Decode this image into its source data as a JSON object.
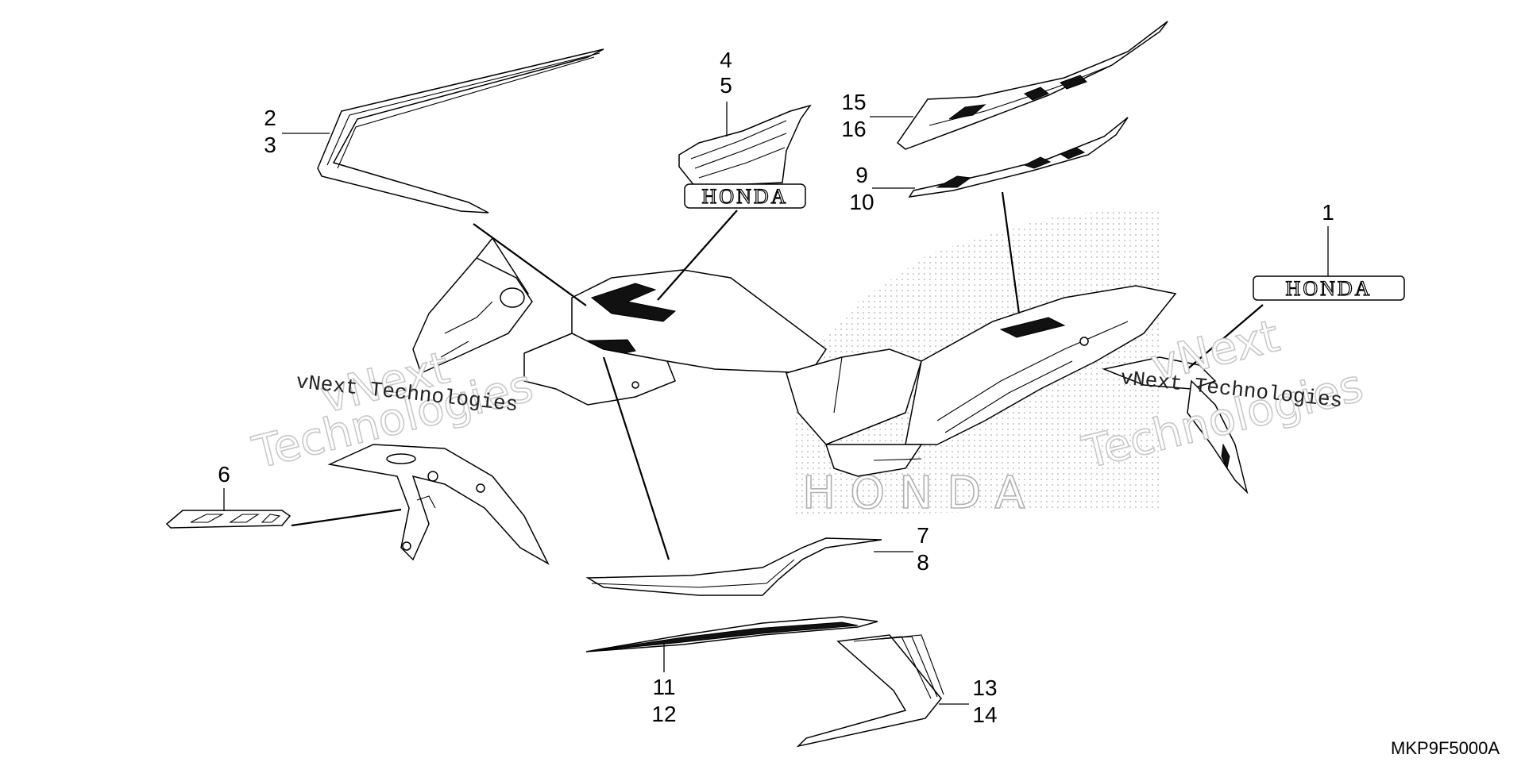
{
  "diagram": {
    "callouts": [
      {
        "id": "c1",
        "label": "1"
      },
      {
        "id": "c2",
        "label": "2"
      },
      {
        "id": "c3",
        "label": "3"
      },
      {
        "id": "c4",
        "label": "4"
      },
      {
        "id": "c5",
        "label": "5"
      },
      {
        "id": "c6",
        "label": "6"
      },
      {
        "id": "c7",
        "label": "7"
      },
      {
        "id": "c8",
        "label": "8"
      },
      {
        "id": "c9",
        "label": "9"
      },
      {
        "id": "c10",
        "label": "10"
      },
      {
        "id": "c11",
        "label": "11"
      },
      {
        "id": "c12",
        "label": "12"
      },
      {
        "id": "c13",
        "label": "13"
      },
      {
        "id": "c14",
        "label": "14"
      },
      {
        "id": "c15",
        "label": "15"
      },
      {
        "id": "c16",
        "label": "16"
      }
    ],
    "logos": {
      "honda_tank": "HONDA",
      "honda_rear": "HONDA",
      "background_brand": "HONDA"
    },
    "drawing_code": "MKP9F5000A",
    "watermarks": {
      "left_light_line1": "vNext",
      "left_light_line2": "Technologies",
      "left_dark": "vNext Technologies",
      "right_light_line1": "vNext",
      "right_light_line2": "Technologies",
      "right_dark": "vNext Technologies"
    },
    "colors": {
      "ink": "#000000",
      "background": "#ffffff",
      "watermark_stroke": "#c8c8c8"
    }
  }
}
